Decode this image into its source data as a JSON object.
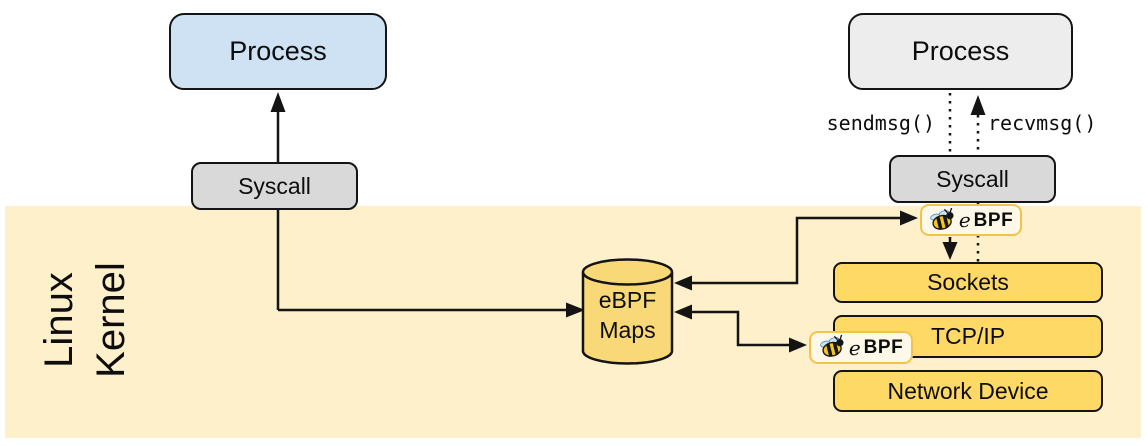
{
  "user_space": {
    "left_process_label": "Process",
    "right_process_label": "Process",
    "sendmsg_label": "sendmsg()",
    "recvmsg_label": "recvmsg()"
  },
  "kernel": {
    "label_line1": "Linux",
    "label_line2": "Kernel",
    "left_syscall_label": "Syscall",
    "right_syscall_label": "Syscall",
    "maps_line1": "eBPF",
    "maps_line2": "Maps",
    "ebpf_hook_syscall": {
      "e": "e",
      "bpf": "BPF"
    },
    "ebpf_hook_tcpip": {
      "e": "e",
      "bpf": "BPF"
    },
    "network_stack": [
      {
        "label": "Sockets"
      },
      {
        "label": "TCP/IP"
      },
      {
        "label": "Network Device"
      }
    ]
  },
  "icons": {
    "ebpf_bee": "ebpf-bee-icon"
  },
  "colors": {
    "kernel_bg": "#fdf0cb",
    "stack_box_gold": "#ffd966",
    "cylinder_gold": "#f9d977",
    "process_blue": "#cfe2f3",
    "process_gray": "#ededed",
    "syscall_gray": "#d9d9d9",
    "badge_border": "#f2c34c",
    "badge_bg": "#fdf8e8",
    "line_black": "#141414"
  }
}
